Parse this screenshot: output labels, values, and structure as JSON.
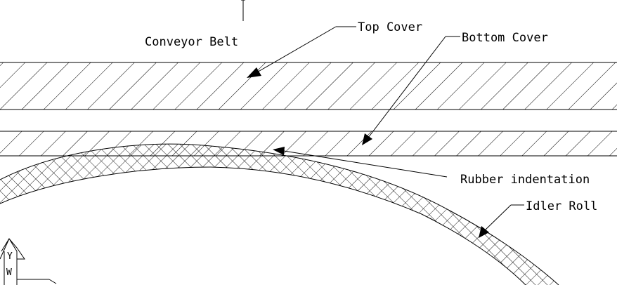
{
  "labels": {
    "conveyor_belt": "Conveyor Belt",
    "top_cover": "Top Cover",
    "bottom_cover": "Bottom Cover",
    "rubber_indentation": "Rubber indentation",
    "idler_roll": "Idler Roll"
  },
  "ucs": {
    "y_label": "Y",
    "w_label": "W"
  },
  "colors": {
    "line": "#000000",
    "background": "#ffffff"
  }
}
